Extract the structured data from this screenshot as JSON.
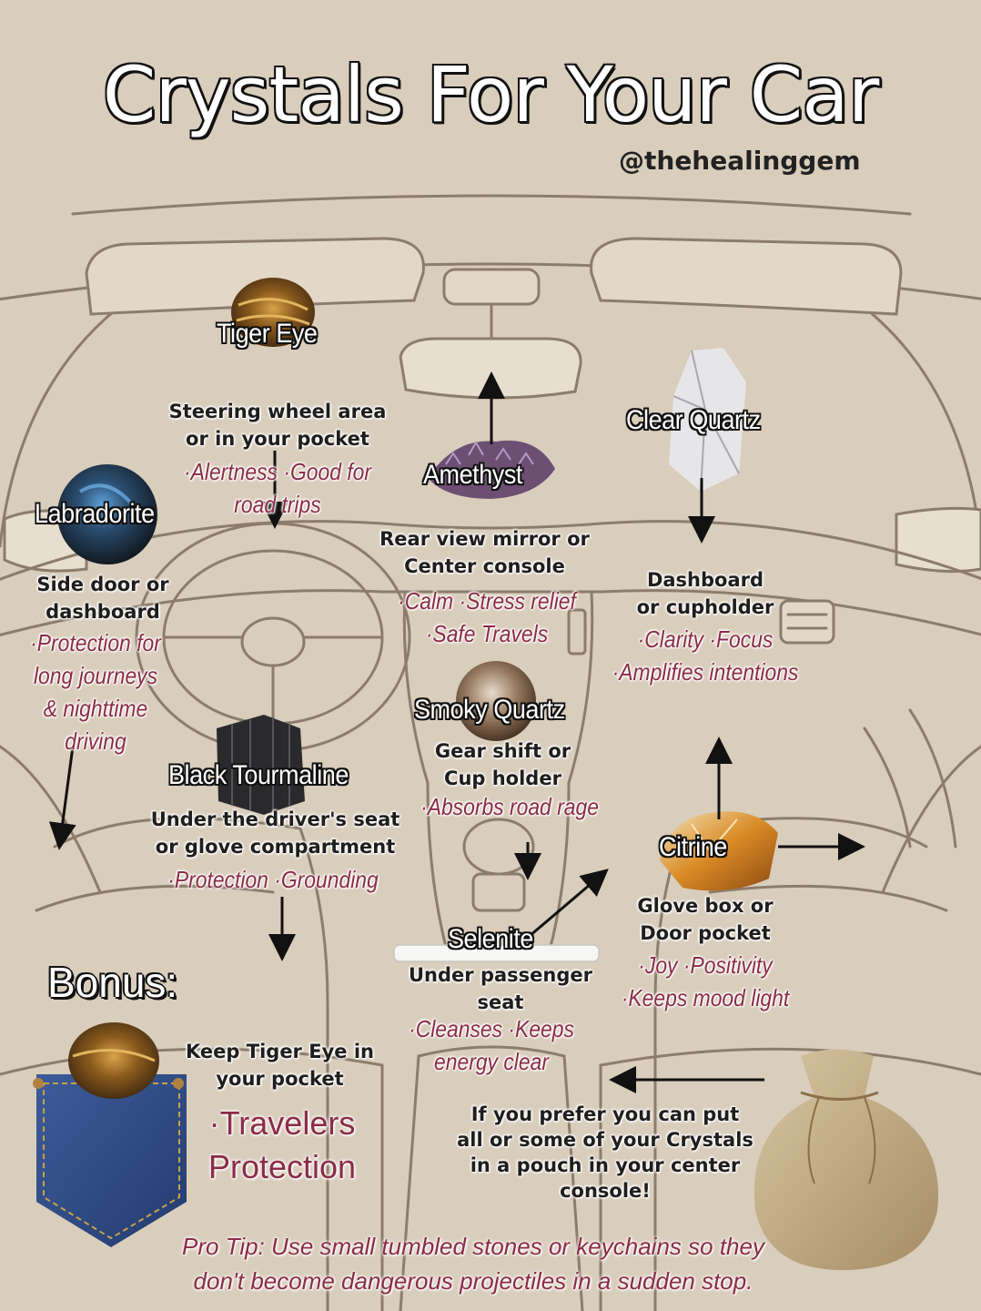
{
  "title": "Crystals For Your Car",
  "handle": "@thehealinggem",
  "crystals": {
    "tiger_eye": {
      "name": "Tiger Eye",
      "location": [
        "Steering wheel area",
        "or in your pocket"
      ],
      "benefits": [
        "·Alertness ·Good for",
        "road trips"
      ]
    },
    "labradorite": {
      "name": "Labradorite",
      "location": [
        "Side door or",
        "dashboard"
      ],
      "benefits": [
        "·Protection for",
        "long journeys",
        "& nighttime",
        "driving"
      ]
    },
    "amethyst": {
      "name": "Amethyst",
      "location": [
        "Rear view mirror or",
        "Center console"
      ],
      "benefits": [
        "·Calm ·Stress relief",
        "·Safe Travels"
      ]
    },
    "clear_quartz": {
      "name": "Clear Quartz",
      "location": [
        "Dashboard",
        "or cupholder"
      ],
      "benefits": [
        "·Clarity ·Focus",
        "·Amplifies intentions"
      ]
    },
    "smoky_quartz": {
      "name": "Smoky Quartz",
      "location": [
        "Gear shift or",
        "Cup holder"
      ],
      "benefits": [
        "·Absorbs road rage"
      ]
    },
    "black_tourmaline": {
      "name": "Black Tourmaline",
      "location": [
        "Under the driver's seat",
        "or glove compartment"
      ],
      "benefits": [
        "·Protection ·Grounding"
      ]
    },
    "citrine": {
      "name": "Citrine",
      "location": [
        "Glove box or",
        "Door pocket"
      ],
      "benefits": [
        "·Joy ·Positivity",
        "·Keeps mood light"
      ]
    },
    "selenite": {
      "name": "Selenite",
      "location": [
        "Under passenger",
        "seat"
      ],
      "benefits": [
        "·Cleanses ·Keeps",
        "energy clear"
      ]
    }
  },
  "bonus": {
    "heading": "Bonus:",
    "text": [
      "Keep Tiger Eye in",
      "your pocket"
    ],
    "benefits": [
      "·Travelers",
      "Protection"
    ]
  },
  "pouch_text": [
    "If you prefer you can put",
    "all or some of your Crystals",
    "in a pouch in your center",
    "console!"
  ],
  "pro_tip": [
    "Pro Tip: Use small tumbled stones or keychains so they",
    "don't become dangerous projectiles in a sudden stop."
  ],
  "colors": {
    "background": "#d9cdbc",
    "line": "#8c7c6c",
    "benefit_text": "#8a2c47",
    "arrow": "#111111"
  }
}
